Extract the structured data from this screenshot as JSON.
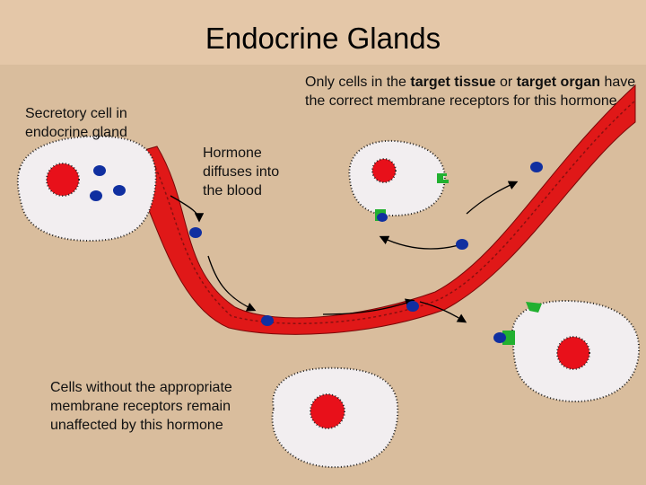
{
  "title": "Endocrine Glands",
  "labels": {
    "secretory": "Secretory cell in endocrine gland",
    "diffuses": "Hormone diffuses into the blood",
    "target_intro": "Only cells in the ",
    "target_tissue": "target tissue",
    "target_or": " or ",
    "target_organ": "target organ",
    "target_rest": " have the correct membrane receptors for this hormone",
    "unaffected": "Cells without the appropriate membrane receptors remain unaffected by this hormone"
  },
  "colors": {
    "background": "#d9bd9d",
    "title_band": "#e4c7a8",
    "cell_fill": "#f2eef0",
    "nucleus": "#e8101a",
    "blood_vessel": "#e01818",
    "hormone": "#102fa0",
    "receptor": "#22b030"
  }
}
